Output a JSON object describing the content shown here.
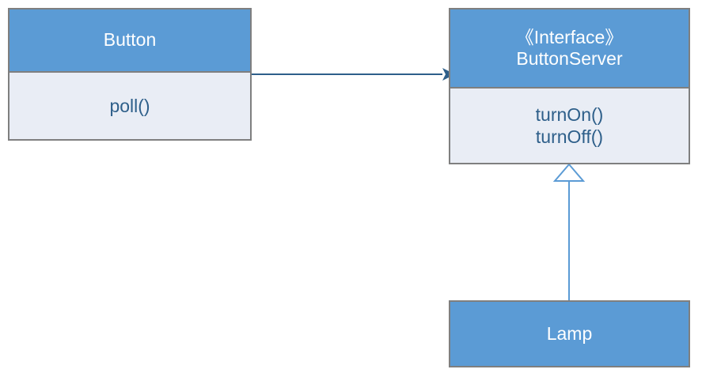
{
  "diagram": {
    "title": "Button / ButtonServer / Lamp UML class diagram",
    "colors": {
      "header_fill": "#5B9BD5",
      "body_fill": "#E9EDF5",
      "border": "#7F7F7F",
      "header_text": "#FFFFFF",
      "body_text": "#2E5F8A",
      "association_line": "#2E5F8A",
      "generalization_line": "#5B9BD5"
    },
    "classes": [
      {
        "id": "button",
        "name": "Button",
        "stereotype": "",
        "members": [
          "poll()"
        ]
      },
      {
        "id": "buttonserver",
        "name": "ButtonServer",
        "stereotype": "《Interface》",
        "members": [
          "turnOn()",
          "turnOff()"
        ]
      },
      {
        "id": "lamp",
        "name": "Lamp",
        "stereotype": "",
        "members": []
      }
    ],
    "relationships": [
      {
        "id": "button-uses-buttonserver",
        "type": "association",
        "from": "Button",
        "to": "ButtonServer",
        "arrowhead": "filled-arrow"
      },
      {
        "id": "lamp-implements-buttonserver",
        "type": "realization",
        "from": "Lamp",
        "to": "ButtonServer",
        "arrowhead": "hollow-triangle"
      }
    ]
  }
}
